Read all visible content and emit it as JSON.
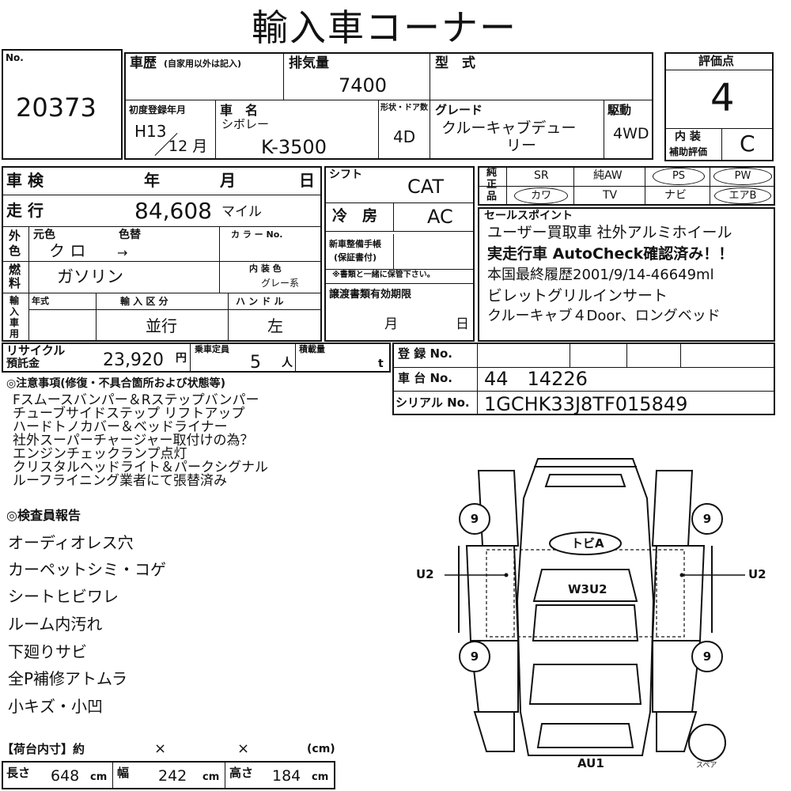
{
  "title": "輸入車コーナー",
  "no_label": "No.",
  "lot_number": "20373",
  "history": {
    "label": "車歴",
    "sub_label": "(自家用以外は記入)"
  },
  "displacement": {
    "label": "排気量",
    "value": "7400"
  },
  "model": {
    "label": "型　式",
    "value": ""
  },
  "rating": {
    "label": "評価点",
    "value": "4",
    "interior_label_1": "内 装",
    "interior_label_2": "補助評価",
    "interior_value": "C"
  },
  "first_registration": {
    "label": "初度登録年月",
    "era": "H13",
    "month_suffix": "12 月"
  },
  "car_name": {
    "label": "車　名",
    "maker": "シボレー",
    "name": "K-3500"
  },
  "door": {
    "label": "形状・ドア数",
    "value": "4D"
  },
  "grade": {
    "label": "グレード",
    "line1": "クルーキャブデュー",
    "line2": "リー"
  },
  "drive": {
    "label": "駆動",
    "value": "4WD"
  },
  "inspection": {
    "label": "車 検",
    "year": "年",
    "month": "月",
    "day": "日"
  },
  "mileage": {
    "label": "走 行",
    "value": "84,608",
    "unit": "マイル"
  },
  "color": {
    "side_label_1": "外",
    "side_label_2": "色",
    "original_label": "元色",
    "repaint_label": "色替",
    "original_value": "ク ロ",
    "repaint_value": "→",
    "code_label": "カ ラ ー No."
  },
  "fuel": {
    "label_1": "燃",
    "label_2": "料",
    "value": "ガソリン",
    "interior_color_label": "内 装 色",
    "interior_color_value": "グレー系"
  },
  "import": {
    "side_label": [
      "輸",
      "入",
      "車",
      "用"
    ],
    "year_label": "年式",
    "class_label": "輸 入 区 分",
    "class_value": "並行",
    "handle_label": "ハ ン ド ル",
    "handle_value": "左"
  },
  "shift": {
    "label": "シフト",
    "value": "CAT"
  },
  "aircon": {
    "label": "冷　房",
    "value": "AC"
  },
  "maintenance": {
    "label_1": "新車整備手帳",
    "label_2": "(保証書付)",
    "note": "※書類と一緒に保管下さい。"
  },
  "transfer": {
    "label": "譲渡書類有効期限",
    "month": "月",
    "day": "日"
  },
  "equipment": {
    "side_label": [
      "純",
      "正",
      "品"
    ],
    "row1": [
      "SR",
      "純AW",
      "PS",
      "PW"
    ],
    "row2": [
      "カワ",
      "TV",
      "ナビ",
      "エアB"
    ]
  },
  "sales_point": {
    "label": "セールスポイント",
    "lines": [
      "ユーザー買取車 社外アルミホイール",
      "実走行車 AutoCheck確認済み！！",
      "本国最終履歴2001/9/14-46649ml",
      "ビレットグリルインサート",
      "クルーキャブ４Door、ロングベッド"
    ]
  },
  "recycle": {
    "label_1": "リサイクル",
    "label_2": "預託金",
    "value": "23,920",
    "unit": "円"
  },
  "capacity": {
    "label": "乗車定員",
    "value": "5",
    "unit": "人"
  },
  "load": {
    "label": "積載量",
    "unit": "t"
  },
  "registration": {
    "label": "登 録 No."
  },
  "chassis": {
    "label": "車 台 No.",
    "value": "44　14226"
  },
  "serial": {
    "label": "シリアル No.",
    "value": "1GCHK33J8TF015849"
  },
  "notes": {
    "label": "◎注意事項(修復・不具合箇所および状態等)",
    "lines": [
      "Fスムースバンパー＆Rステップバンパー",
      "チューブサイドステップ リフトアップ",
      "ハードトノカバー＆ベッドライナー",
      "社外スーパーチャージャー取付けの為？",
      "エンジンチェックランプ点灯",
      "クリスタルヘッドライト＆パークシグナル",
      "ルーフライニング業者にて張替済み"
    ]
  },
  "inspector": {
    "label": "◎検査員報告",
    "lines": [
      "オーディオレス穴",
      "カーペットシミ・コゲ",
      "シートヒビワレ",
      "ルーム内汚れ",
      "下廻りサビ",
      "全P補修アトムラ",
      "小キズ・小凹"
    ]
  },
  "cargo": {
    "label": "【荷台内寸】約",
    "x1": "×",
    "x2": "×",
    "unit_label": "(cm)",
    "length_label": "長さ",
    "length_value": "648",
    "width_label": "幅",
    "width_value": "242",
    "height_label": "高さ",
    "height_value": "184",
    "cm": "cm"
  },
  "diagram": {
    "wheel_marks": [
      "9",
      "9",
      "9",
      "9"
    ],
    "left_side": "U2",
    "right_side": "U2",
    "hood": "トビA",
    "roof": "W3U2",
    "rear": "AU1",
    "spare": "スペア"
  }
}
